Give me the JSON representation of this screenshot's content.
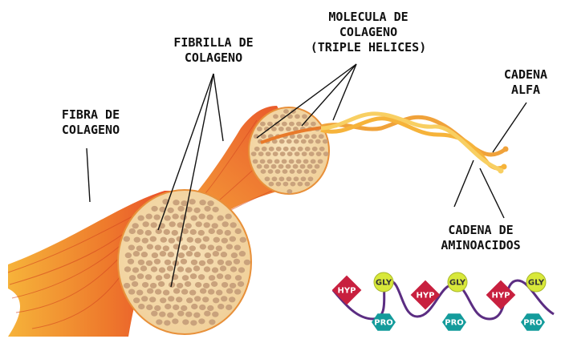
{
  "labels": {
    "fibra": [
      "FIBRA DE",
      "COLAGENO"
    ],
    "fibrilla": [
      "FIBRILLA DE",
      "COLAGENO"
    ],
    "molecula": [
      "MOLECULA DE",
      "COLAGENO",
      "(TRIPLE HELICES)"
    ],
    "cadena_alfa": [
      "CADENA",
      "ALFA"
    ],
    "cadena_aminoacidos": [
      "CADENA DE",
      "AMINOACIDOS"
    ]
  },
  "amino_chain": [
    {
      "hyp": "HYP",
      "gly": "GLY",
      "pro": "PRO"
    },
    {
      "hyp": "HYP",
      "gly": "GLY",
      "pro": "PRO"
    },
    {
      "hyp": "HYP",
      "gly": "GLY",
      "pro": "PRO"
    }
  ],
  "colors": {
    "fiber_dark": "#e8502a",
    "fiber_light": "#f6b33a",
    "disc_fill": "#f4d9a8",
    "dot_fill": "#c9a27c",
    "hyp": "#c8203f",
    "gly": "#d8e83a",
    "pro": "#139b9b",
    "chain": "#5b2d82"
  }
}
